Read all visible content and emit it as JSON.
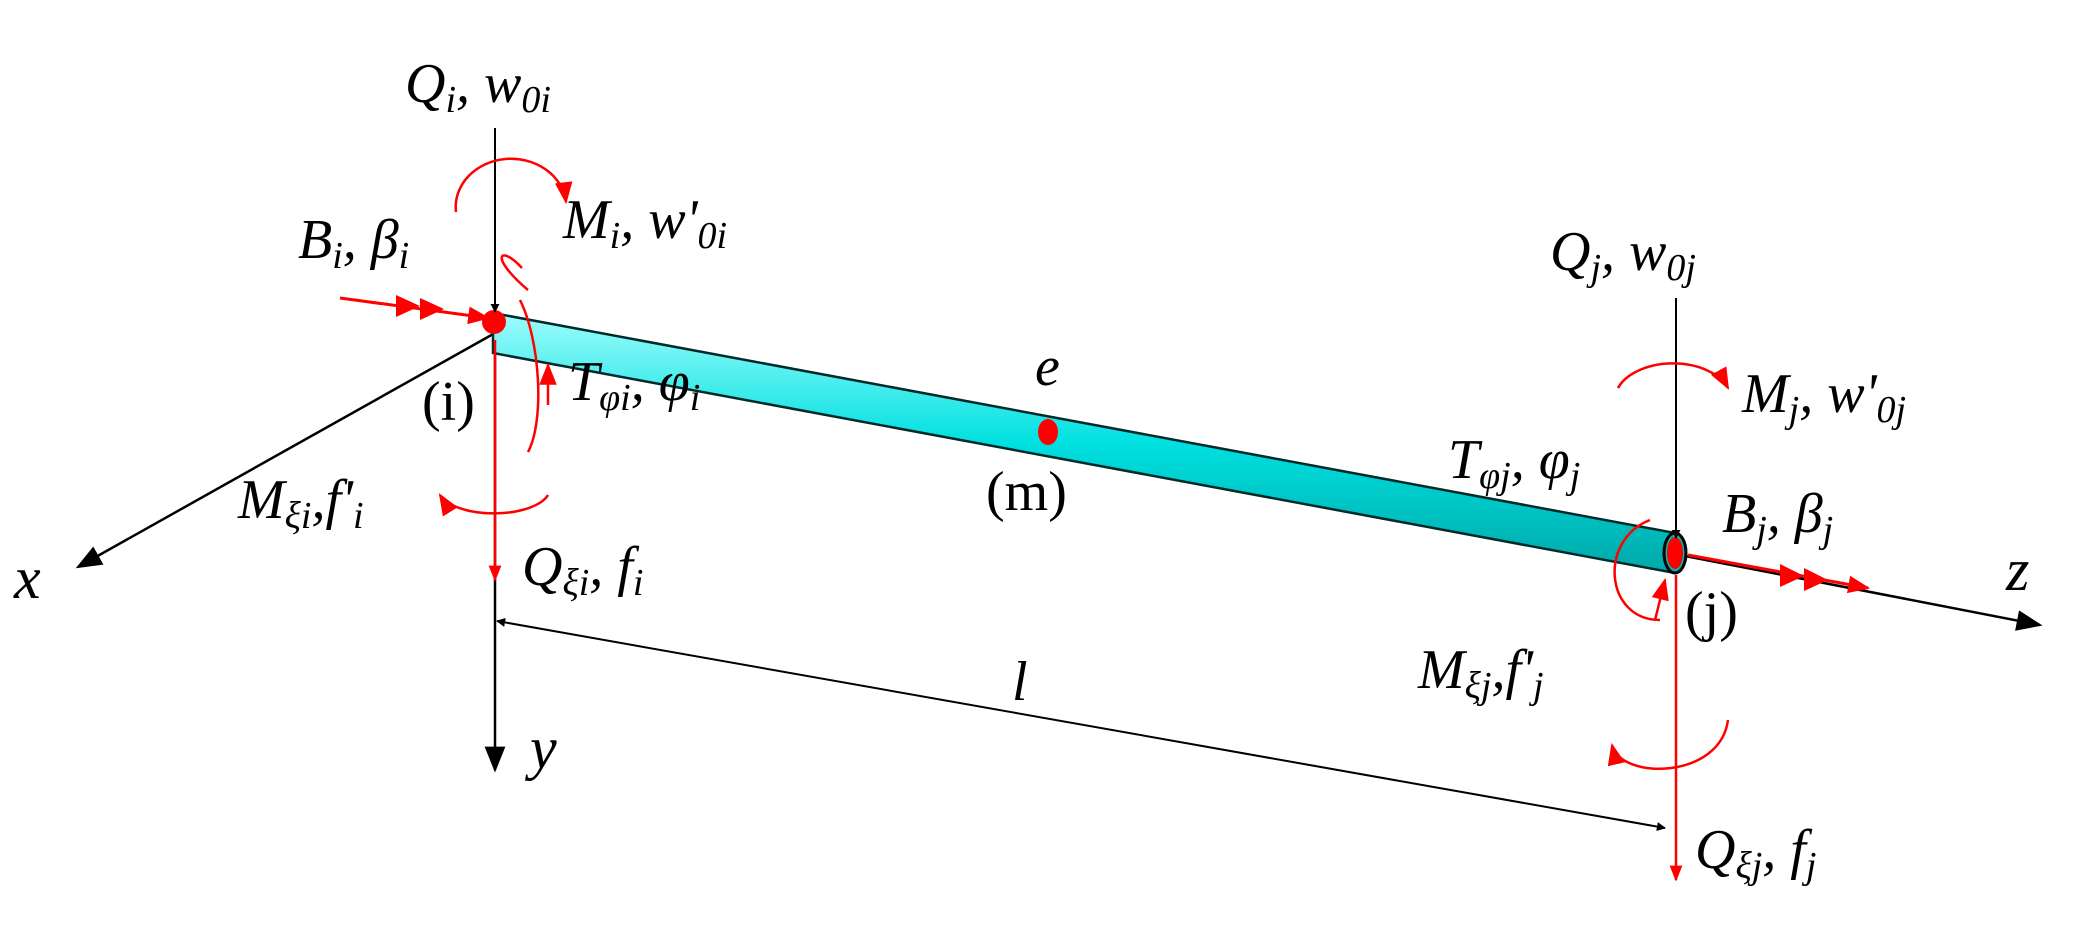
{
  "colors": {
    "beam": "#00e5e5",
    "force": "#ff0000",
    "axis": "#000000",
    "beam_edge": "#003333"
  },
  "axes": {
    "x": "x",
    "y": "y",
    "z": "z"
  },
  "beam": {
    "length_label": "l",
    "eccentricity_label": "e"
  },
  "nodes": {
    "i": "(i)",
    "m": "(m)",
    "j": "(j)"
  },
  "left_end": {
    "Q": {
      "main": "Q",
      "sub": "i",
      "rest": ", w",
      "rest_sub": "0i"
    },
    "M": {
      "main": "M",
      "sub": "i",
      "rest": ", w'",
      "rest_sub": "0i"
    },
    "B": {
      "main": "B",
      "sub": "i",
      "rest": ", β",
      "rest_sub": "i"
    },
    "T": {
      "main": "T",
      "sub": "φi",
      "rest": ", φ",
      "rest_sub": "i"
    },
    "Mxi": {
      "main": "M",
      "sub": "ξi",
      "rest": ",f'",
      "rest_sub": "i"
    },
    "Qxi": {
      "main": "Q",
      "sub": "ξi",
      "rest": ", f",
      "rest_sub": "i"
    }
  },
  "right_end": {
    "Q": {
      "main": "Q",
      "sub": "j",
      "rest": ", w",
      "rest_sub": "0j"
    },
    "M": {
      "main": "M",
      "sub": "j",
      "rest": ", w'",
      "rest_sub": "0j"
    },
    "B": {
      "main": "B",
      "sub": "j",
      "rest": ", β",
      "rest_sub": "j"
    },
    "T": {
      "main": "T",
      "sub": "φj",
      "rest": ", φ",
      "rest_sub": "j"
    },
    "Mxj": {
      "main": "M",
      "sub": "ξj",
      "rest": ",f'",
      "rest_sub": "j"
    },
    "Qxj": {
      "main": "Q",
      "sub": "ξj",
      "rest": ", f",
      "rest_sub": "j"
    }
  }
}
